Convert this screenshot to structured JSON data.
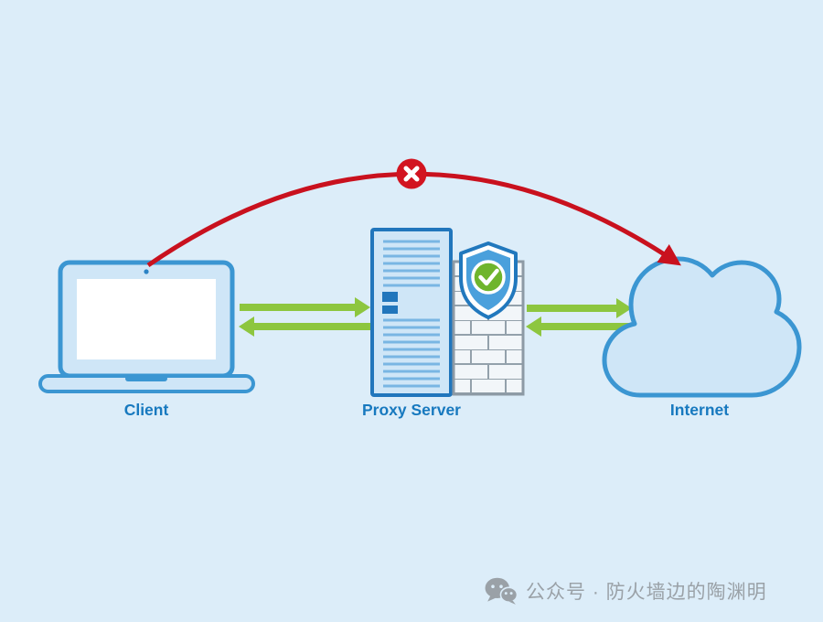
{
  "diagram": {
    "nodes": {
      "client": {
        "label": "Client",
        "icon": "laptop"
      },
      "proxy_server": {
        "label": "Proxy Server",
        "icon": "server-tower"
      },
      "internet": {
        "label": "Internet",
        "icon": "cloud"
      }
    },
    "security": {
      "firewall_icon": "brick-wall",
      "shield_icon": "shield-with-check",
      "check_glyph": "✓"
    },
    "edges": [
      {
        "from": "Client",
        "to": "Proxy Server",
        "style": "green-double-arrow",
        "status": "allowed"
      },
      {
        "from": "Proxy Server",
        "to": "Internet",
        "style": "green-double-arrow",
        "status": "allowed"
      },
      {
        "from": "Client",
        "to": "Internet",
        "style": "red-curved-arrow",
        "status": "blocked",
        "badge": "✕"
      }
    ],
    "colors": {
      "background": "#dcedf9",
      "node_fill": "#cfe6f7",
      "node_outline": "#3b96d2",
      "server_accent": "#2176bc",
      "label_text": "#1779bf",
      "arrow_allowed": "#8dc63f",
      "arrow_blocked": "#c9111e",
      "shield_check_green": "#6fb52c",
      "watermark_gray": "#9aa1a7"
    }
  },
  "watermark": {
    "icon": "wechat-logo",
    "text": "公众号 · 防火墙边的陶渊明"
  }
}
